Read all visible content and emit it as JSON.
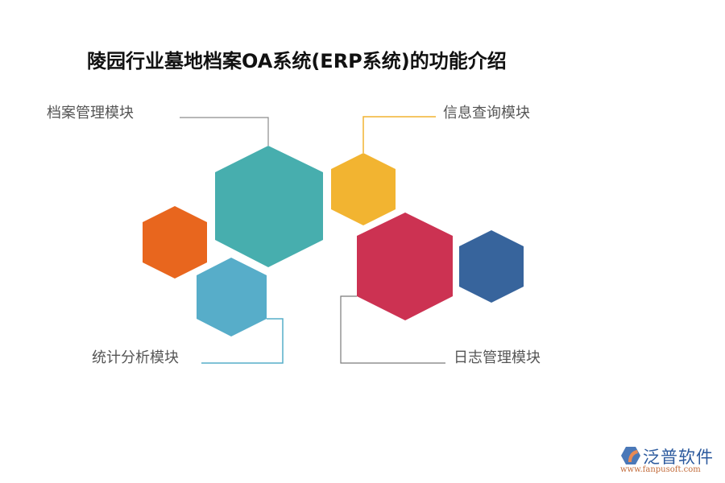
{
  "title": "陵园行业墓地档案OA系统(ERP系统)的功能介绍",
  "modules": [
    {
      "id": "archive",
      "label": "档案管理模块",
      "color": "#47aeae",
      "line_color": "#8c8c8c"
    },
    {
      "id": "info-query",
      "label": "信息查询模块",
      "color": "#f2b431",
      "line_color": "#f2b431"
    },
    {
      "id": "stats",
      "label": "统计分析模块",
      "color": "#57adc9",
      "line_color": "#57adc9"
    },
    {
      "id": "log",
      "label": "日志管理模块",
      "color": "#cc3252",
      "line_color": "#7a7a7a"
    }
  ],
  "decorative_hexagons": [
    {
      "color": "#e8661e"
    },
    {
      "color": "#37649c"
    }
  ],
  "logo": {
    "name": "泛普软件",
    "url": "www.fanpusoft.com"
  }
}
